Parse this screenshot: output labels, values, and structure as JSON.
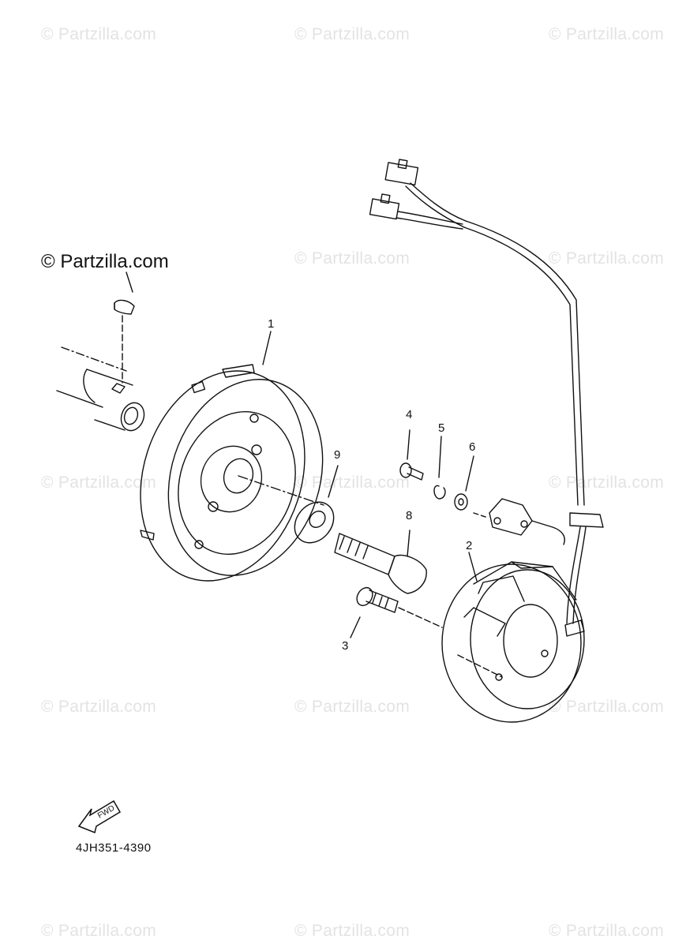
{
  "watermark": {
    "text": "© Partzilla.com",
    "color": "#e3e3e3",
    "main_text": "© Partzilla.com"
  },
  "callouts": {
    "c1": "1",
    "c2": "2",
    "c3": "3",
    "c4": "4",
    "c5": "5",
    "c6": "6",
    "c8": "8",
    "c9": "9"
  },
  "fwd_label": "FWD",
  "diagram_code": "4JH351-4390",
  "line_color": "#111111"
}
